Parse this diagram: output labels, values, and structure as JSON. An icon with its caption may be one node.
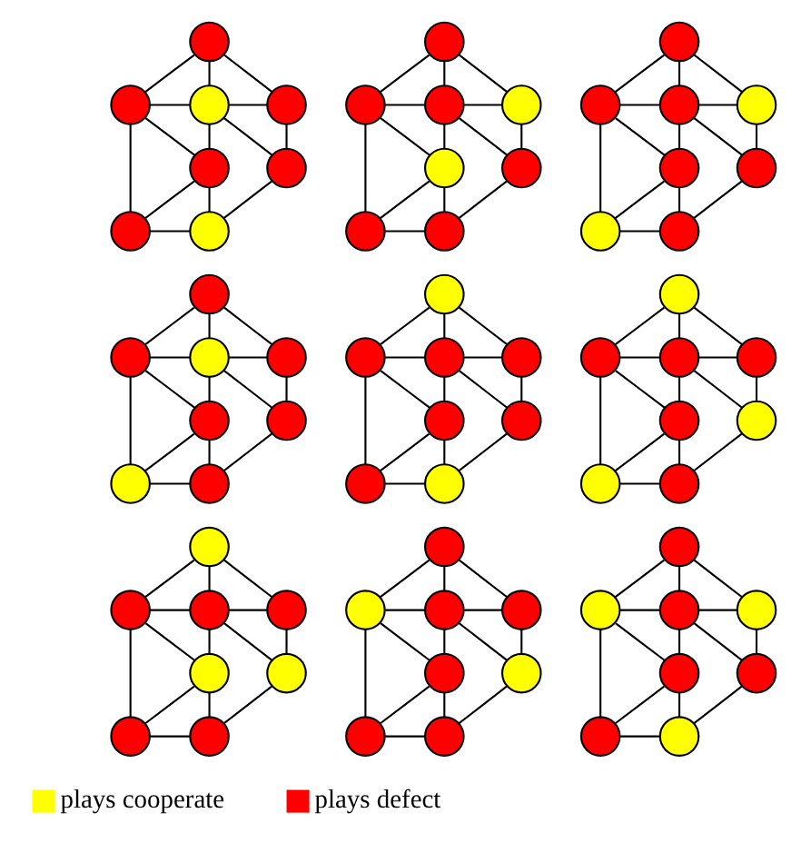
{
  "diagram": {
    "nodes": [
      {
        "text": [],
        "shape": "circle"
      },
      {
        "text": [],
        "shape": "circle"
      },
      {
        "text": [],
        "shape": "circle"
      },
      {
        "text": [],
        "shape": "circle"
      },
      {
        "text": [],
        "shape": "circle"
      },
      {
        "text": [],
        "shape": "circle"
      },
      {
        "text": [],
        "shape": "circle"
      },
      {
        "text": [],
        "shape": "circle"
      },
      {
        "text": [],
        "shape": "circle"
      },
      {
        "text": [],
        "shape": "circle"
      },
      {
        "text": [],
        "shape": "circle"
      },
      {
        "text": [],
        "shape": "circle"
      },
      {
        "text": [],
        "shape": "circle"
      },
      {
        "text": [],
        "shape": "circle"
      },
      {
        "text": [],
        "shape": "circle"
      },
      {
        "text": [],
        "shape": "circle"
      },
      {
        "text": [],
        "shape": "circle"
      },
      {
        "text": [],
        "shape": "circle"
      },
      {
        "text": [],
        "shape": "circle"
      },
      {
        "text": [],
        "shape": "circle"
      },
      {
        "text": [],
        "shape": "circle"
      },
      {
        "text": [],
        "shape": "circle"
      },
      {
        "text": [],
        "shape": "circle"
      },
      {
        "text": [],
        "shape": "circle"
      },
      {
        "text": [],
        "shape": "circle"
      },
      {
        "text": [],
        "shape": "circle"
      },
      {
        "text": [],
        "shape": "circle"
      },
      {
        "text": [],
        "shape": "circle"
      },
      {
        "text": [],
        "shape": "circle"
      },
      {
        "text": [],
        "shape": "circle"
      },
      {
        "text": [],
        "shape": "circle"
      },
      {
        "text": [],
        "shape": "circle"
      },
      {
        "text": [],
        "shape": "circle"
      },
      {
        "text": [],
        "shape": "circle"
      },
      {
        "text": [],
        "shape": "circle"
      },
      {
        "text": [],
        "shape": "circle"
      },
      {
        "text": [],
        "shape": "circle"
      },
      {
        "text": [],
        "shape": "circle"
      },
      {
        "text": [],
        "shape": "circle"
      },
      {
        "text": [],
        "shape": "circle"
      },
      {
        "text": [],
        "shape": "circle"
      },
      {
        "text": [],
        "shape": "circle"
      },
      {
        "text": [],
        "shape": "circle"
      },
      {
        "text": [],
        "shape": "circle"
      },
      {
        "text": [],
        "shape": "circle"
      },
      {
        "text": [],
        "shape": "circle"
      },
      {
        "text": [],
        "shape": "circle"
      },
      {
        "text": [],
        "shape": "circle"
      },
      {
        "text": [],
        "shape": "circle"
      },
      {
        "text": [],
        "shape": "circle"
      },
      {
        "text": [],
        "shape": "circle"
      },
      {
        "text": [],
        "shape": "circle"
      },
      {
        "text": [],
        "shape": "circle"
      },
      {
        "text": [],
        "shape": "circle"
      },
      {
        "text": [],
        "shape": "circle"
      },
      {
        "text": [],
        "shape": "circle"
      },
      {
        "text": [],
        "shape": "circle"
      },
      {
        "text": [],
        "shape": "circle"
      },
      {
        "text": [],
        "shape": "circle"
      },
      {
        "text": [],
        "shape": "circle"
      },
      {
        "text": [],
        "shape": "circle"
      },
      {
        "text": [],
        "shape": "circle"
      },
      {
        "text": [],
        "shape": "circle"
      },
      {
        "text": [],
        "shape": "circle"
      },
      {
        "text": [],
        "shape": "circle"
      },
      {
        "text": [],
        "shape": "circle"
      },
      {
        "text": [],
        "shape": "circle"
      },
      {
        "text": [],
        "shape": "circle"
      },
      {
        "text": [],
        "shape": "circle"
      },
      {
        "text": [],
        "shape": "circle"
      },
      {
        "text": [],
        "shape": "circle"
      },
      {
        "text": [],
        "shape": "circle"
      }
    ],
    "edges": [
      {
        "from": 0,
        "to": 1,
        "arrow": "none"
      },
      {
        "from": 0,
        "to": 2,
        "arrow": "none"
      },
      {
        "from": 0,
        "to": 3,
        "arrow": "none"
      },
      {
        "from": 1,
        "to": 2,
        "arrow": "none"
      },
      {
        "from": 2,
        "to": 3,
        "arrow": "none"
      },
      {
        "from": 1,
        "to": 4,
        "arrow": "none"
      },
      {
        "from": 2,
        "to": 4,
        "arrow": "none"
      },
      {
        "from": 2,
        "to": 5,
        "arrow": "none"
      },
      {
        "from": 3,
        "to": 5,
        "arrow": "none"
      },
      {
        "from": 1,
        "to": 6,
        "arrow": "none"
      },
      {
        "from": 4,
        "to": 6,
        "arrow": "none"
      },
      {
        "from": 4,
        "to": 7,
        "arrow": "none"
      },
      {
        "from": 5,
        "to": 7,
        "arrow": "none"
      },
      {
        "from": 6,
        "to": 7,
        "arrow": "none"
      },
      {
        "from": 8,
        "to": 9,
        "arrow": "none"
      },
      {
        "from": 8,
        "to": 10,
        "arrow": "none"
      },
      {
        "from": 8,
        "to": 11,
        "arrow": "none"
      },
      {
        "from": 9,
        "to": 10,
        "arrow": "none"
      },
      {
        "from": 10,
        "to": 11,
        "arrow": "none"
      },
      {
        "from": 9,
        "to": 12,
        "arrow": "none"
      },
      {
        "from": 10,
        "to": 12,
        "arrow": "none"
      },
      {
        "from": 10,
        "to": 13,
        "arrow": "none"
      },
      {
        "from": 11,
        "to": 13,
        "arrow": "none"
      },
      {
        "from": 9,
        "to": 14,
        "arrow": "none"
      },
      {
        "from": 12,
        "to": 14,
        "arrow": "none"
      },
      {
        "from": 12,
        "to": 15,
        "arrow": "none"
      },
      {
        "from": 13,
        "to": 15,
        "arrow": "none"
      },
      {
        "from": 14,
        "to": 15,
        "arrow": "none"
      },
      {
        "from": 16,
        "to": 17,
        "arrow": "none"
      },
      {
        "from": 16,
        "to": 18,
        "arrow": "none"
      },
      {
        "from": 16,
        "to": 19,
        "arrow": "none"
      },
      {
        "from": 17,
        "to": 18,
        "arrow": "none"
      },
      {
        "from": 18,
        "to": 19,
        "arrow": "none"
      },
      {
        "from": 17,
        "to": 20,
        "arrow": "none"
      },
      {
        "from": 18,
        "to": 20,
        "arrow": "none"
      },
      {
        "from": 18,
        "to": 21,
        "arrow": "none"
      },
      {
        "from": 19,
        "to": 21,
        "arrow": "none"
      },
      {
        "from": 17,
        "to": 22,
        "arrow": "none"
      },
      {
        "from": 20,
        "to": 22,
        "arrow": "none"
      },
      {
        "from": 20,
        "to": 23,
        "arrow": "none"
      },
      {
        "from": 21,
        "to": 23,
        "arrow": "none"
      },
      {
        "from": 22,
        "to": 23,
        "arrow": "none"
      },
      {
        "from": 24,
        "to": 25,
        "arrow": "none"
      },
      {
        "from": 24,
        "to": 26,
        "arrow": "none"
      },
      {
        "from": 24,
        "to": 27,
        "arrow": "none"
      },
      {
        "from": 25,
        "to": 26,
        "arrow": "none"
      },
      {
        "from": 26,
        "to": 27,
        "arrow": "none"
      },
      {
        "from": 25,
        "to": 28,
        "arrow": "none"
      },
      {
        "from": 26,
        "to": 28,
        "arrow": "none"
      },
      {
        "from": 26,
        "to": 29,
        "arrow": "none"
      },
      {
        "from": 27,
        "to": 29,
        "arrow": "none"
      },
      {
        "from": 25,
        "to": 30,
        "arrow": "none"
      },
      {
        "from": 28,
        "to": 30,
        "arrow": "none"
      },
      {
        "from": 28,
        "to": 31,
        "arrow": "none"
      },
      {
        "from": 29,
        "to": 31,
        "arrow": "none"
      },
      {
        "from": 30,
        "to": 31,
        "arrow": "none"
      },
      {
        "from": 32,
        "to": 33,
        "arrow": "none"
      },
      {
        "from": 32,
        "to": 34,
        "arrow": "none"
      },
      {
        "from": 32,
        "to": 35,
        "arrow": "none"
      },
      {
        "from": 33,
        "to": 34,
        "arrow": "none"
      },
      {
        "from": 34,
        "to": 35,
        "arrow": "none"
      },
      {
        "from": 33,
        "to": 36,
        "arrow": "none"
      },
      {
        "from": 34,
        "to": 36,
        "arrow": "none"
      },
      {
        "from": 34,
        "to": 37,
        "arrow": "none"
      },
      {
        "from": 35,
        "to": 37,
        "arrow": "none"
      },
      {
        "from": 33,
        "to": 38,
        "arrow": "none"
      },
      {
        "from": 36,
        "to": 38,
        "arrow": "none"
      },
      {
        "from": 36,
        "to": 39,
        "arrow": "none"
      },
      {
        "from": 37,
        "to": 39,
        "arrow": "none"
      },
      {
        "from": 38,
        "to": 39,
        "arrow": "none"
      },
      {
        "from": 40,
        "to": 41,
        "arrow": "none"
      },
      {
        "from": 40,
        "to": 42,
        "arrow": "none"
      },
      {
        "from": 40,
        "to": 43,
        "arrow": "none"
      },
      {
        "from": 41,
        "to": 42,
        "arrow": "none"
      },
      {
        "from": 42,
        "to": 43,
        "arrow": "none"
      },
      {
        "from": 41,
        "to": 44,
        "arrow": "none"
      },
      {
        "from": 42,
        "to": 44,
        "arrow": "none"
      },
      {
        "from": 42,
        "to": 45,
        "arrow": "none"
      },
      {
        "from": 43,
        "to": 45,
        "arrow": "none"
      },
      {
        "from": 41,
        "to": 46,
        "arrow": "none"
      },
      {
        "from": 44,
        "to": 46,
        "arrow": "none"
      },
      {
        "from": 44,
        "to": 47,
        "arrow": "none"
      },
      {
        "from": 45,
        "to": 47,
        "arrow": "none"
      },
      {
        "from": 46,
        "to": 47,
        "arrow": "none"
      },
      {
        "from": 48,
        "to": 49,
        "arrow": "none"
      },
      {
        "from": 48,
        "to": 50,
        "arrow": "none"
      },
      {
        "from": 48,
        "to": 51,
        "arrow": "none"
      },
      {
        "from": 49,
        "to": 50,
        "arrow": "none"
      },
      {
        "from": 50,
        "to": 51,
        "arrow": "none"
      },
      {
        "from": 49,
        "to": 52,
        "arrow": "none"
      },
      {
        "from": 50,
        "to": 52,
        "arrow": "none"
      },
      {
        "from": 50,
        "to": 53,
        "arrow": "none"
      },
      {
        "from": 51,
        "to": 53,
        "arrow": "none"
      },
      {
        "from": 49,
        "to": 54,
        "arrow": "none"
      },
      {
        "from": 52,
        "to": 54,
        "arrow": "none"
      },
      {
        "from": 52,
        "to": 55,
        "arrow": "none"
      },
      {
        "from": 53,
        "to": 55,
        "arrow": "none"
      },
      {
        "from": 54,
        "to": 55,
        "arrow": "none"
      },
      {
        "from": 56,
        "to": 57,
        "arrow": "none"
      },
      {
        "from": 56,
        "to": 58,
        "arrow": "none"
      },
      {
        "from": 56,
        "to": 59,
        "arrow": "none"
      },
      {
        "from": 57,
        "to": 58,
        "arrow": "none"
      },
      {
        "from": 58,
        "to": 59,
        "arrow": "none"
      },
      {
        "from": 57,
        "to": 60,
        "arrow": "none"
      },
      {
        "from": 58,
        "to": 60,
        "arrow": "none"
      },
      {
        "from": 58,
        "to": 61,
        "arrow": "none"
      },
      {
        "from": 59,
        "to": 61,
        "arrow": "none"
      },
      {
        "from": 57,
        "to": 62,
        "arrow": "none"
      },
      {
        "from": 60,
        "to": 62,
        "arrow": "none"
      },
      {
        "from": 60,
        "to": 63,
        "arrow": "none"
      },
      {
        "from": 61,
        "to": 63,
        "arrow": "none"
      },
      {
        "from": 62,
        "to": 63,
        "arrow": "none"
      },
      {
        "from": 64,
        "to": 65,
        "arrow": "none"
      },
      {
        "from": 64,
        "to": 66,
        "arrow": "none"
      },
      {
        "from": 64,
        "to": 67,
        "arrow": "none"
      },
      {
        "from": 65,
        "to": 66,
        "arrow": "none"
      },
      {
        "from": 66,
        "to": 67,
        "arrow": "none"
      },
      {
        "from": 65,
        "to": 68,
        "arrow": "none"
      },
      {
        "from": 66,
        "to": 68,
        "arrow": "none"
      },
      {
        "from": 66,
        "to": 69,
        "arrow": "none"
      },
      {
        "from": 67,
        "to": 69,
        "arrow": "none"
      },
      {
        "from": 65,
        "to": 70,
        "arrow": "none"
      },
      {
        "from": 68,
        "to": 70,
        "arrow": "none"
      },
      {
        "from": 68,
        "to": 71,
        "arrow": "none"
      },
      {
        "from": 69,
        "to": 71,
        "arrow": "none"
      },
      {
        "from": 70,
        "to": 71,
        "arrow": "none"
      }
    ],
    "legend": [
      {
        "text": "plays cooperate",
        "color": "#ffff00"
      },
      {
        "text": "plays defect",
        "color": "#ff0000"
      }
    ]
  }
}
